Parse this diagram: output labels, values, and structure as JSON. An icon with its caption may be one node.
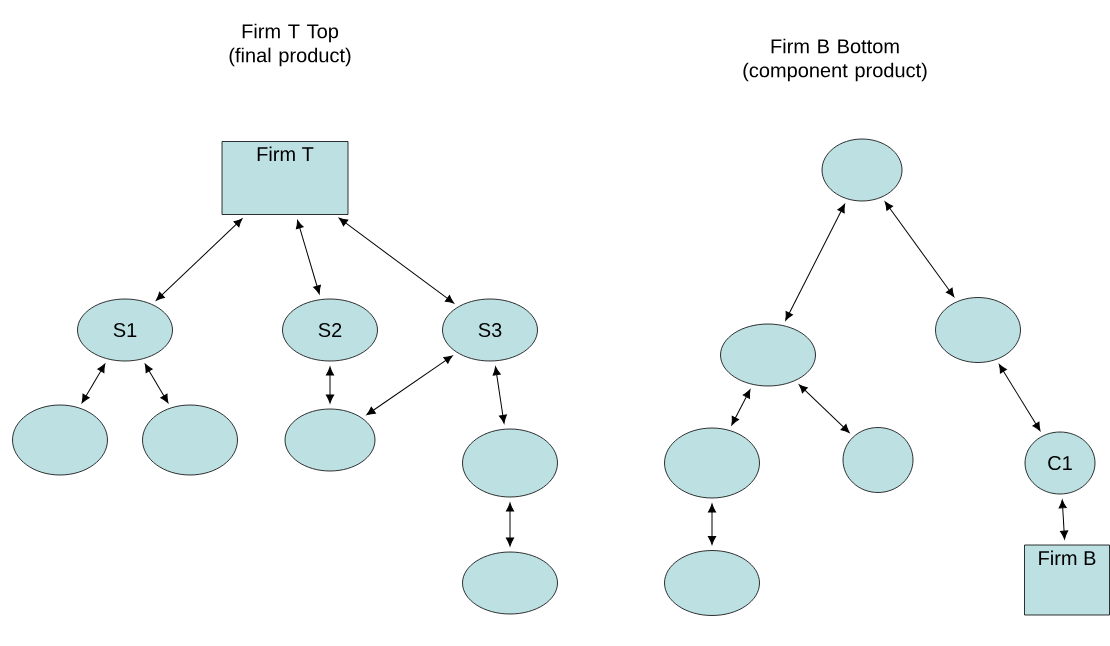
{
  "diagram": {
    "nodes": [
      {
        "text": [
          "Firm T"
        ]
      },
      {
        "text": [
          "S1"
        ]
      },
      {
        "text": [
          "S2"
        ]
      },
      {
        "text": [
          "S3"
        ]
      },
      {
        "text": [],
        "shape": "circle"
      },
      {
        "text": [],
        "shape": "circle"
      },
      {
        "text": [],
        "shape": "circle"
      },
      {
        "text": [],
        "shape": "circle"
      },
      {
        "text": [],
        "shape": "circle"
      },
      {
        "text": [],
        "shape": "circle"
      },
      {
        "text": [],
        "shape": "circle"
      },
      {
        "text": [],
        "shape": "circle"
      },
      {
        "text": [],
        "shape": "circle"
      },
      {
        "text": [],
        "shape": "circle"
      },
      {
        "text": [
          "C1"
        ]
      },
      {
        "text": [],
        "shape": "circle"
      },
      {
        "text": [
          "Firm B"
        ]
      }
    ],
    "edges": [
      {
        "from": 0,
        "to": 1,
        "arrow": "both"
      },
      {
        "from": 0,
        "to": 2,
        "arrow": "both"
      },
      {
        "from": 0,
        "to": 3,
        "arrow": "both"
      },
      {
        "from": 1,
        "to": 4,
        "arrow": "both"
      },
      {
        "from": 1,
        "to": 5,
        "arrow": "both"
      },
      {
        "from": 2,
        "to": 6,
        "arrow": "both"
      },
      {
        "from": 3,
        "to": 6,
        "arrow": "both"
      },
      {
        "from": 3,
        "to": 7,
        "arrow": "both"
      },
      {
        "from": 7,
        "to": 8,
        "arrow": "both"
      },
      {
        "from": 9,
        "to": 10,
        "arrow": "both"
      },
      {
        "from": 9,
        "to": 11,
        "arrow": "both"
      },
      {
        "from": 10,
        "to": 12,
        "arrow": "both"
      },
      {
        "from": 10,
        "to": 13,
        "arrow": "both"
      },
      {
        "from": 11,
        "to": 14,
        "arrow": "both"
      },
      {
        "from": 12,
        "to": 15,
        "arrow": "both"
      },
      {
        "from": 14,
        "to": 16,
        "arrow": "both"
      }
    ],
    "labels": [
      "Firm T Top (final product)",
      "Firm B Bottom (component product)"
    ]
  }
}
